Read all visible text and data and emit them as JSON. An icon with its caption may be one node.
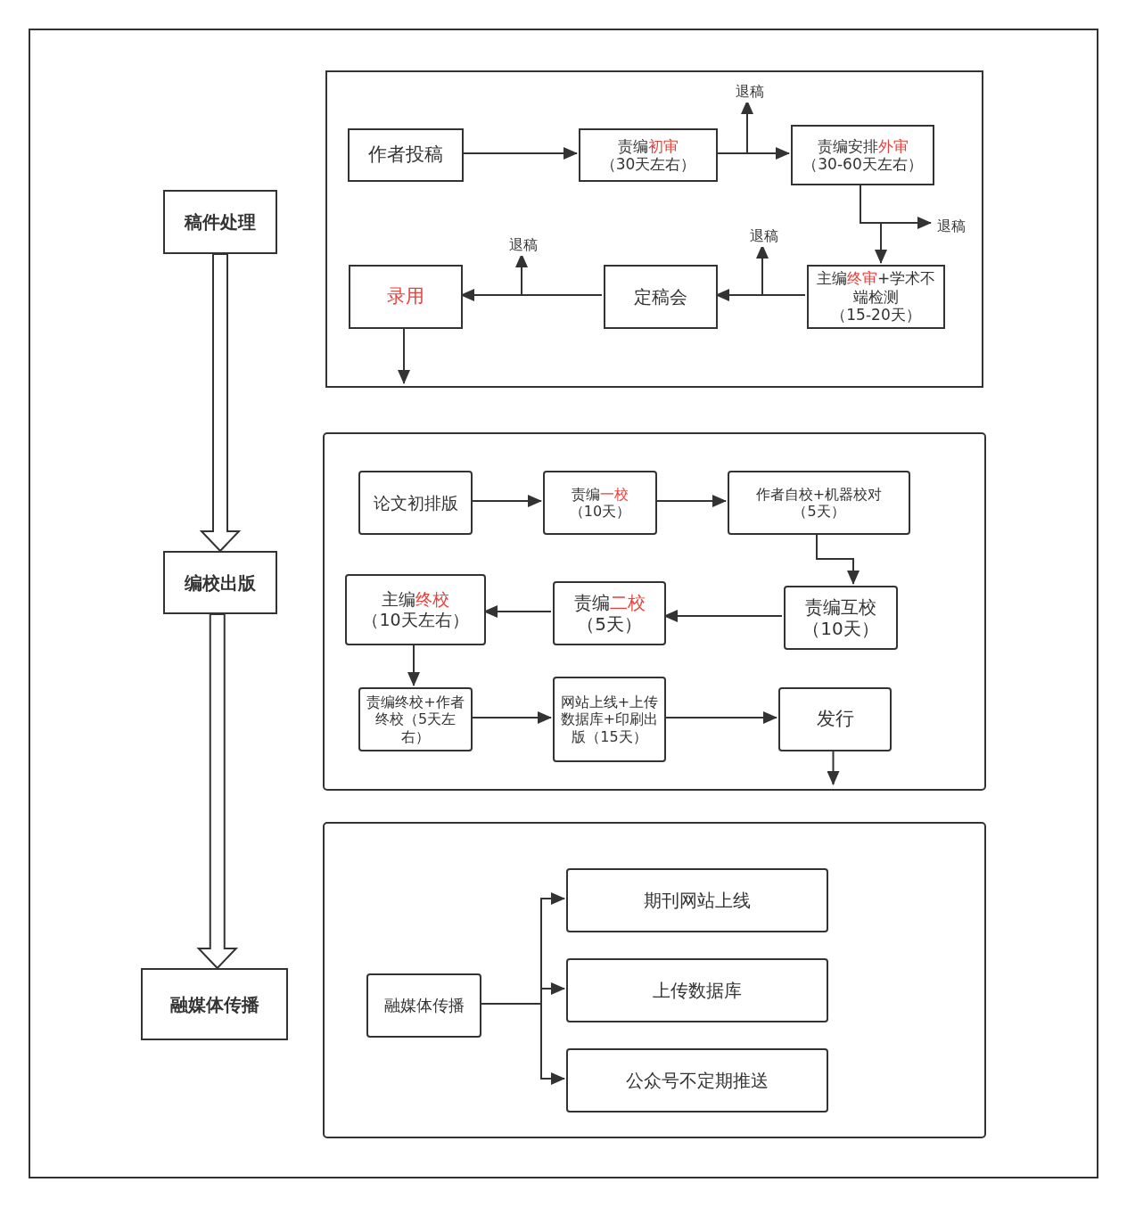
{
  "diagram": {
    "nodes": [
      {
        "text": [
          "稿件处理"
        ]
      },
      {
        "text": [
          "编校出版"
        ]
      },
      {
        "text": [
          "融媒体传播"
        ]
      },
      {
        "text": [],
        "shape": "box"
      },
      {
        "text": [
          "作者投稿"
        ],
        "in": 3
      },
      {
        "text": [
          "责编**初审**",
          "（30天左右）"
        ],
        "in": 3
      },
      {
        "text": [
          "退稿"
        ],
        "in": 3
      },
      {
        "text": [
          "责编安排**外审**",
          "（30-60天左右）"
        ],
        "in": 3
      },
      {
        "text": [
          "退稿"
        ],
        "in": 3
      },
      {
        "text": [
          "主编**终审**+学术不端检测",
          "（15-20天）"
        ],
        "in": 3
      },
      {
        "text": [
          "退稿"
        ],
        "in": 3
      },
      {
        "text": [
          "定稿会"
        ],
        "in": 3
      },
      {
        "text": [
          "退稿"
        ],
        "in": 3
      },
      {
        "text": [
          "录用"
        ],
        "in": 3
      },
      {
        "text": [],
        "shape": "box"
      },
      {
        "text": [
          "论文初排版"
        ],
        "in": 14
      },
      {
        "text": [
          "责编**一校**",
          "（10天）"
        ],
        "in": 14
      },
      {
        "text": [
          "作者自校+机器校对",
          "（5天）"
        ],
        "in": 14
      },
      {
        "text": [
          "责编互校",
          "（10天）"
        ],
        "in": 14
      },
      {
        "text": [
          "责编**二校**",
          "（5天）"
        ],
        "in": 14
      },
      {
        "text": [
          "主编**终校**",
          "（10天左右）"
        ],
        "in": 14
      },
      {
        "text": [
          "责编终校+作者终校（5天左右）"
        ],
        "in": 14
      },
      {
        "text": [
          "网站上线+上传数据库+印刷出版（15天）"
        ],
        "in": 14
      },
      {
        "text": [
          "发行"
        ],
        "in": 14
      },
      {
        "text": [],
        "shape": "box"
      },
      {
        "text": [
          "融媒体传播"
        ],
        "in": 24
      },
      {
        "text": [
          "期刊网站上线"
        ],
        "in": 24
      },
      {
        "text": [
          "上传数据库"
        ],
        "in": 24
      },
      {
        "text": [
          "公众号不定期推送"
        ],
        "in": 24
      }
    ],
    "edges": [
      {
        "from": 0,
        "to": 1,
        "arrow": "to",
        "style": "thick"
      },
      {
        "from": 1,
        "to": 2,
        "arrow": "to",
        "style": "thick"
      },
      {
        "from": 4,
        "to": 5,
        "arrow": "to"
      },
      {
        "from": 5,
        "to": 7,
        "arrow": "to"
      },
      {
        "from": 5,
        "to": 6,
        "arrow": "to"
      },
      {
        "from": 7,
        "to": 9,
        "arrow": "to"
      },
      {
        "from": 7,
        "to": 8,
        "arrow": "to"
      },
      {
        "from": 9,
        "to": 11,
        "arrow": "to"
      },
      {
        "from": 9,
        "to": 10,
        "arrow": "to"
      },
      {
        "from": 11,
        "to": 13,
        "arrow": "to"
      },
      {
        "from": 11,
        "to": 12,
        "arrow": "to"
      },
      {
        "from": 13,
        "to": null,
        "arrow": "to"
      },
      {
        "from": 15,
        "to": 16,
        "arrow": "to"
      },
      {
        "from": 16,
        "to": 17,
        "arrow": "to"
      },
      {
        "from": 17,
        "to": 18,
        "arrow": "to"
      },
      {
        "from": 18,
        "to": 19,
        "arrow": "to"
      },
      {
        "from": 19,
        "to": 20,
        "arrow": "to"
      },
      {
        "from": 20,
        "to": 21,
        "arrow": "to"
      },
      {
        "from": 21,
        "to": 22,
        "arrow": "to"
      },
      {
        "from": 22,
        "to": 23,
        "arrow": "to"
      },
      {
        "from": 23,
        "to": null,
        "arrow": "to"
      },
      {
        "from": 25,
        "to": 26,
        "arrow": "to"
      },
      {
        "from": 25,
        "to": 27,
        "arrow": "to"
      },
      {
        "from": 25,
        "to": 28,
        "arrow": "to"
      }
    ]
  }
}
